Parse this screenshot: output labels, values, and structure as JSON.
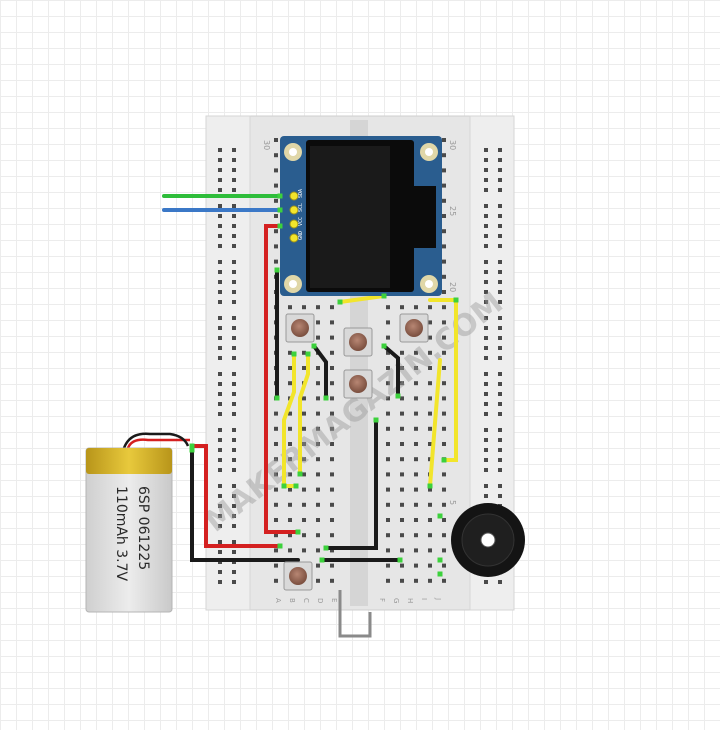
{
  "breadboard": {
    "row_number_top": "30",
    "row_number_25": "25",
    "row_number_20": "20",
    "row_number_5": "5",
    "column_letters_left": [
      "A",
      "B",
      "C",
      "D",
      "E"
    ],
    "column_letters_right": [
      "F",
      "G",
      "H",
      "I",
      "J"
    ]
  },
  "oled": {
    "pin_labels": [
      "GND",
      "VCC",
      "SCL",
      "SDA"
    ]
  },
  "battery": {
    "line1": "6SP 061225",
    "line2": "110mAh 3.7V"
  },
  "watermark": "MAKERMAGAZIN.COM",
  "colors": {
    "wire_red": "#d42020",
    "wire_black": "#1a1a1a",
    "wire_yellow": "#f2e52b",
    "wire_green": "#2ebd3a",
    "wire_blue": "#3b78c7",
    "wire_gray": "#8a8a8a",
    "breadboard": "#ededed",
    "oled_pcb": "#2a5d8f",
    "battery_gold": "#d9b52c"
  }
}
